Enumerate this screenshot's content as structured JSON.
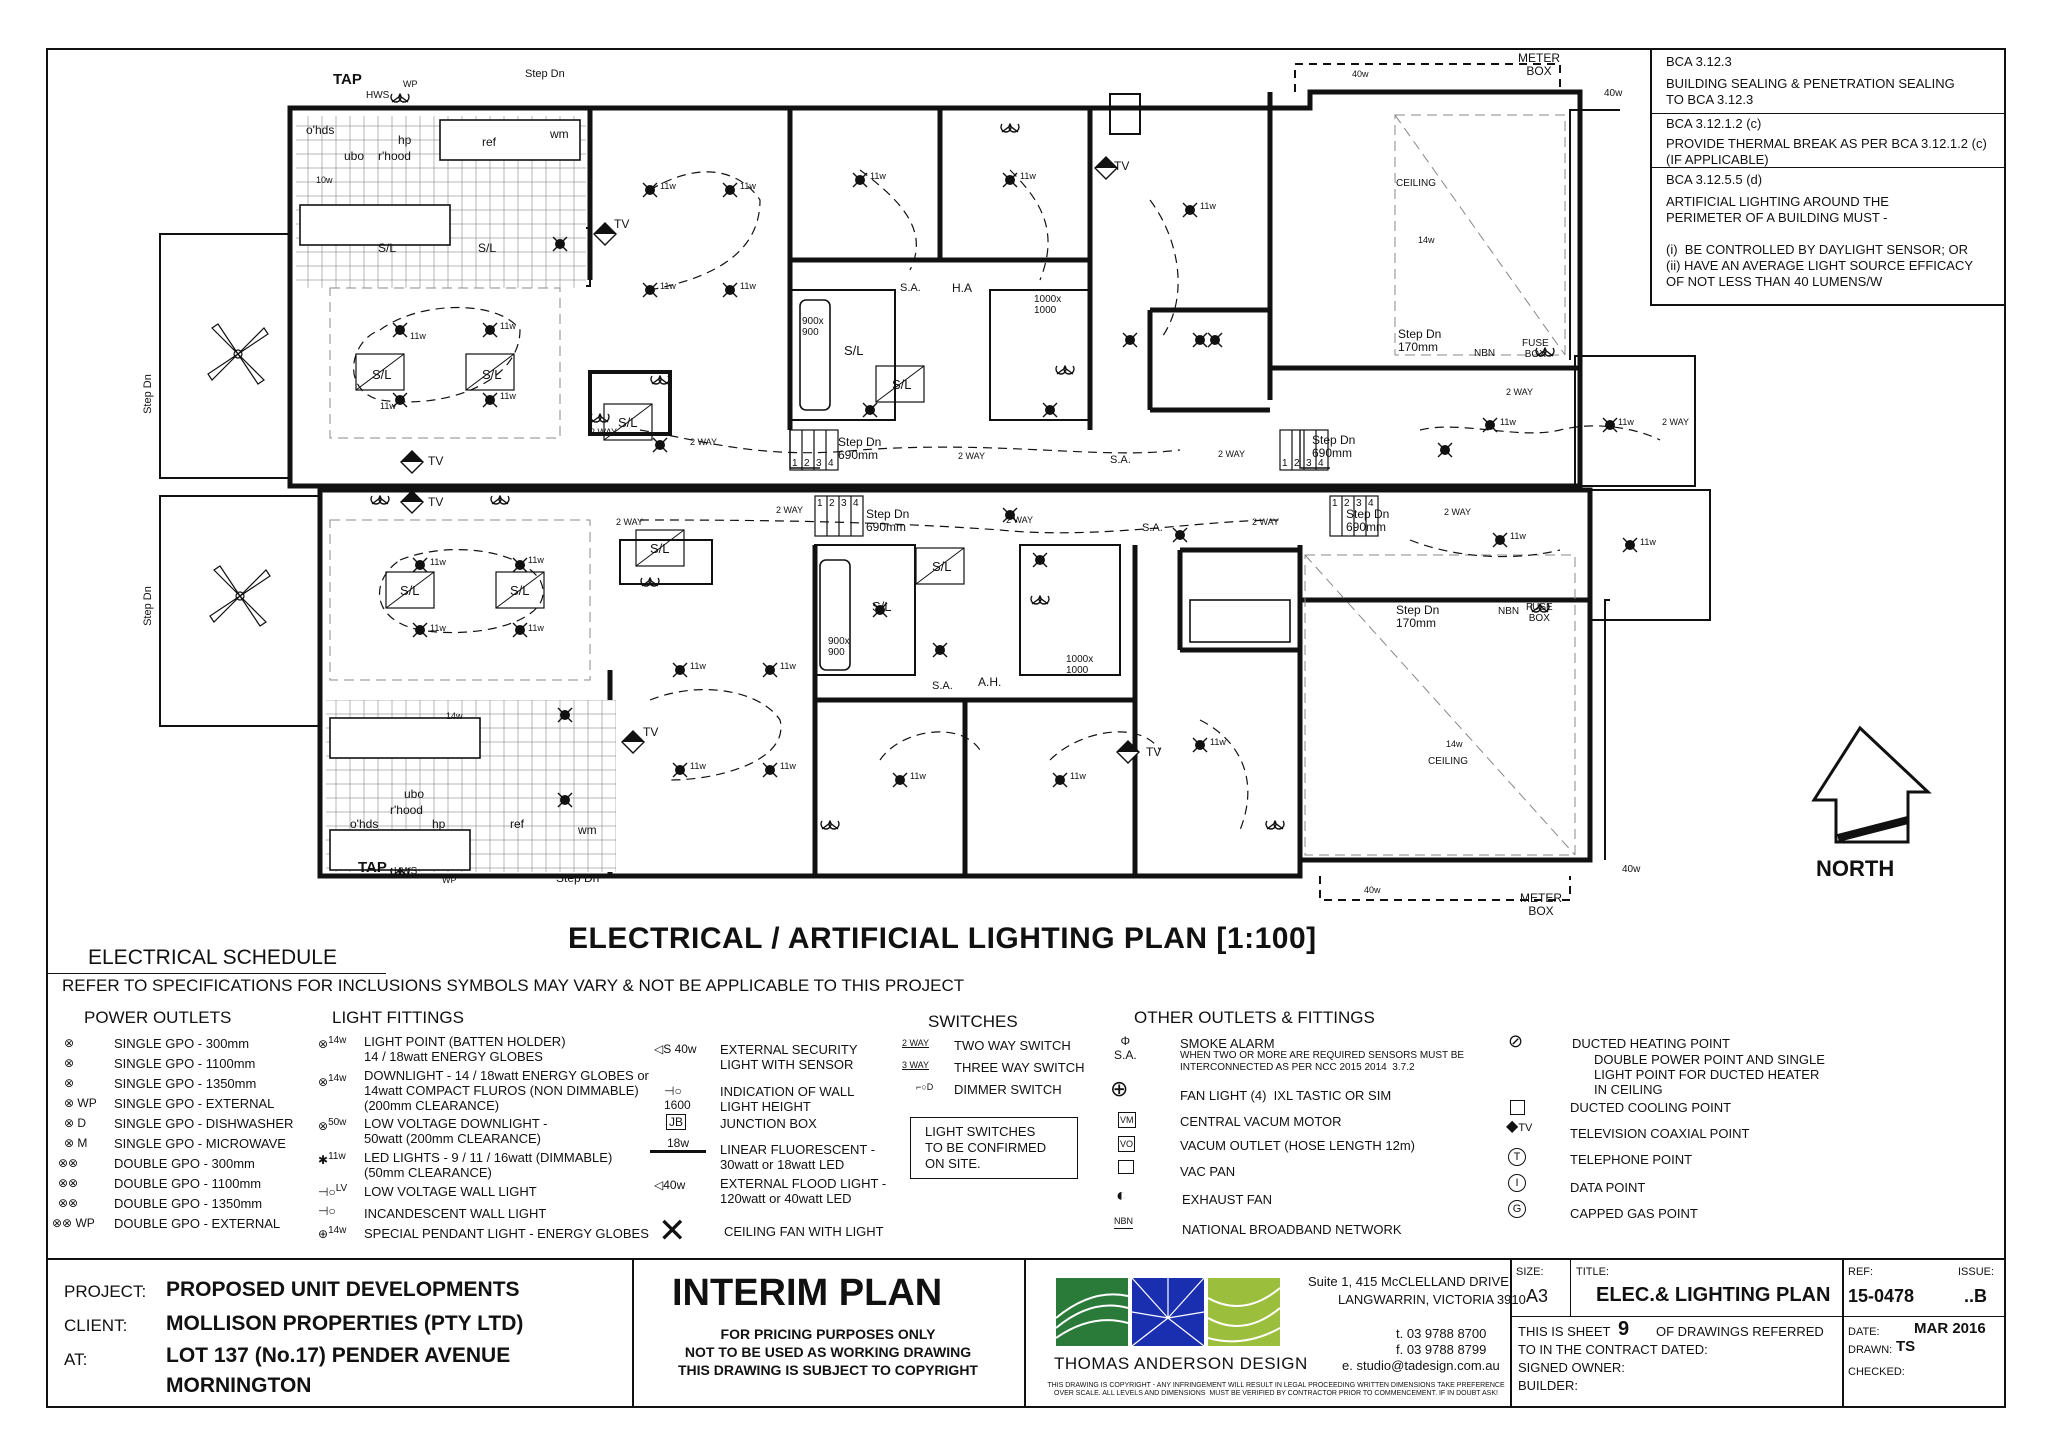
{
  "drawing_title": "ELECTRICAL / ARTIFICIAL  LIGHTING PLAN [1:100]",
  "north_label": "NORTH",
  "notes": [
    {
      "heading": "BCA 3.12.3",
      "body": "BUILDING SEALING & PENETRATION SEALING\nTO BCA 3.12.3"
    },
    {
      "heading": "BCA 3.12.1.2 (c)",
      "body": "PROVIDE THERMAL BREAK AS PER BCA 3.12.1.2 (c)\n(IF APPLICABLE)"
    },
    {
      "heading": "BCA 3.12.5.5 (d)",
      "body": "ARTIFICIAL LIGHTING AROUND THE\nPERIMETER OF A BUILDING MUST -\n\n(i)  BE CONTROLLED BY DAYLIGHT SENSOR; OR\n(ii) HAVE AN AVERAGE LIGHT SOURCE EFFICACY\nOF NOT LESS THAN 40 LUMENS/W"
    }
  ],
  "plan_labels": {
    "meter_box": "METER\nBOX",
    "tap": "TAP",
    "hws": "HWS",
    "wp": "WP",
    "step_dn": "Step Dn",
    "step_dn_690": "Step Dn\n690mm",
    "step_dn_170": "Step Dn\n170mm",
    "tv": "TV",
    "sa": "S.A.",
    "ha": "H.A",
    "ah": "A.H.",
    "ceiling": "CEILING",
    "fuse_box": "FUSE\nBOX",
    "nbn": "NBN",
    "ohds": "o'hds",
    "hp": "hp",
    "ref": "ref",
    "wm": "wm",
    "ubo": "ubo",
    "rhood": "r'hood",
    "sl": "S/L",
    "two_way": "2 WAY",
    "shower_900": "900x\n900",
    "shower_1000": "1000x\n1000",
    "w11": "11w",
    "w10": "10w",
    "w14": "14w",
    "w40": "40w",
    "stair_nums": [
      "1",
      "2",
      "3",
      "4"
    ]
  },
  "schedule": {
    "title": "ELECTRICAL SCHEDULE",
    "note": "REFER TO SPECIFICATIONS FOR INCLUSIONS SYMBOLS MAY VARY & NOT BE APPLICABLE  TO THIS PROJECT",
    "power_outlets": {
      "heading": "POWER OUTLETS",
      "items": [
        "SINGLE GPO - 300mm",
        "SINGLE GPO - 1100mm",
        "SINGLE GPO - 1350mm",
        "SINGLE GPO - EXTERNAL",
        "SINGLE GPO - DISHWASHER",
        "SINGLE GPO - MICROWAVE",
        "DOUBLE GPO - 300mm",
        "DOUBLE GPO - 1100mm",
        "DOUBLE GPO - 1350mm",
        "DOUBLE GPO - EXTERNAL"
      ],
      "symbol_tags": [
        "",
        "",
        "",
        "WP",
        "D",
        "M",
        "",
        "",
        "",
        "WP"
      ]
    },
    "light_fittings": {
      "heading": "LIGHT FITTINGS",
      "items": [
        {
          "tag": "14w",
          "text": "LIGHT POINT (BATTEN HOLDER)\n14 / 18watt ENERGY GLOBES"
        },
        {
          "tag": "14w",
          "text": "DOWNLIGHT - 14 / 18watt ENERGY GLOBES or\n14watt COMPACT FLUROS (NON DIMMABLE)\n(200mm CLEARANCE)"
        },
        {
          "tag": "50w",
          "text": "LOW VOLTAGE DOWNLIGHT -\n50watt (200mm CLEARANCE)"
        },
        {
          "tag": "11w",
          "text": "LED LIGHTS - 9 / 11 / 16watt (DIMMABLE)\n(50mm CLEARANCE)"
        },
        {
          "tag": "LV",
          "text": "LOW VOLTAGE WALL LIGHT"
        },
        {
          "tag": "",
          "text": "INCANDESCENT WALL LIGHT"
        },
        {
          "tag": "14w",
          "text": "SPECIAL PENDANT LIGHT - ENERGY GLOBES"
        }
      ]
    },
    "other_lights": {
      "items": [
        {
          "tag": "S 40w",
          "text": "EXTERNAL SECURITY\nLIGHT WITH SENSOR"
        },
        {
          "tag": "1600",
          "text": "INDICATION OF WALL\nLIGHT HEIGHT"
        },
        {
          "tag": "JB",
          "text": "JUNCTION BOX"
        },
        {
          "tag": "18w",
          "text": "LINEAR FLUORESCENT -\n30watt or 18watt LED"
        },
        {
          "tag": "40w",
          "text": "EXTERNAL FLOOD LIGHT -\n120watt or 40watt LED"
        },
        {
          "tag": "",
          "text": "CEILING FAN WITH LIGHT"
        }
      ]
    },
    "switches": {
      "heading": "SWITCHES",
      "items": [
        {
          "tag": "2 WAY",
          "text": "TWO WAY SWITCH"
        },
        {
          "tag": "3 WAY",
          "text": "THREE WAY SWITCH"
        },
        {
          "tag": "D",
          "text": "DIMMER SWITCH"
        }
      ],
      "note": "LIGHT SWITCHES\nTO BE CONFIRMED\nON SITE."
    },
    "other_outlets": {
      "heading": "OTHER OUTLETS & FITTINGS",
      "items": [
        {
          "tag": "S.A.",
          "text": "SMOKE ALARM",
          "sub": "WHEN TWO OR MORE ARE REQUIRED SENSORS MUST BE\nINTERCONNECTED AS PER NCC 2015 2014  3.7.2"
        },
        {
          "tag": "",
          "text": "FAN LIGHT (4)  IXL TASTIC OR SIM"
        },
        {
          "tag": "VM",
          "text": "CENTRAL VACUM MOTOR"
        },
        {
          "tag": "VO",
          "text": "VACUM OUTLET (HOSE LENGTH 12m)"
        },
        {
          "tag": "",
          "text": "VAC PAN"
        },
        {
          "tag": "",
          "text": "EXHAUST FAN"
        },
        {
          "tag": "NBN",
          "text": "NATIONAL BROADBAND NETWORK"
        }
      ]
    },
    "fittings_right": {
      "items": [
        {
          "tag": "",
          "text": "DUCTED HEATING POINT",
          "sub": "DOUBLE POWER POINT AND SINGLE\nLIGHT POINT FOR DUCTED HEATER\nIN CEILING"
        },
        {
          "tag": "",
          "text": "DUCTED COOLING POINT"
        },
        {
          "tag": "TV",
          "text": "TELEVISION COAXIAL POINT"
        },
        {
          "tag": "T",
          "text": "TELEPHONE POINT"
        },
        {
          "tag": "I",
          "text": "DATA POINT"
        },
        {
          "tag": "G",
          "text": "CAPPED GAS POINT"
        }
      ]
    }
  },
  "title_block": {
    "project_label": "PROJECT:",
    "project": "PROPOSED UNIT DEVELOPMENTS",
    "client_label": "CLIENT:",
    "client": "MOLLISON PROPERTIES (PTY LTD)",
    "at_label": "AT:",
    "address_1": "LOT 137 (No.17) PENDER AVENUE",
    "address_2": "MORNINGTON",
    "interim": "INTERIM PLAN",
    "interim_1": "FOR PRICING PURPOSES ONLY",
    "interim_2": "NOT TO BE USED AS WORKING DRAWING",
    "interim_3": "THIS DRAWING IS SUBJECT TO COPYRIGHT",
    "firm": "THOMAS ANDERSON DESIGN",
    "firm_addr_1": "Suite 1, 415 McCLELLAND DRIVE",
    "firm_addr_2": "LANGWARRIN, VICTORIA 3910",
    "firm_tel": "t.  03 9788 8700",
    "firm_fax": "f.  03 9788 8799",
    "firm_email": "e. studio@tadesign.com.au",
    "copyright": "THIS DRAWING IS COPYRIGHT - ANY INFRINGEMENT WILL RESULT IN LEGAL PROCEEDING WRITTEN DIMENSIONS TAKE PREFERENCE\nOVER SCALE. ALL LEVELS AND DIMENSIONS  MUST BE VERIFIED BY CONTRACTOR PRIOR TO COMMENCEMENT. IF IN DOUBT ASK!",
    "size_label": "SIZE:",
    "size": "A3",
    "title_label": "TITLE:",
    "title": "ELEC.& LIGHTING PLAN",
    "ref_label": "REF:",
    "ref": "15-0478",
    "issue_label": "ISSUE:",
    "issue": "..B",
    "sheet_prefix": "THIS IS SHEET",
    "sheet": "9",
    "sheet_suffix": "OF DRAWINGS REFERRED",
    "contract": "TO IN THE CONTRACT DATED:",
    "signed": "SIGNED OWNER:",
    "builder": "BUILDER:",
    "date_label": "DATE:",
    "date": "MAR 2016",
    "drawn_label": "DRAWN:",
    "drawn": "TS",
    "checked_label": "CHECKED:"
  }
}
